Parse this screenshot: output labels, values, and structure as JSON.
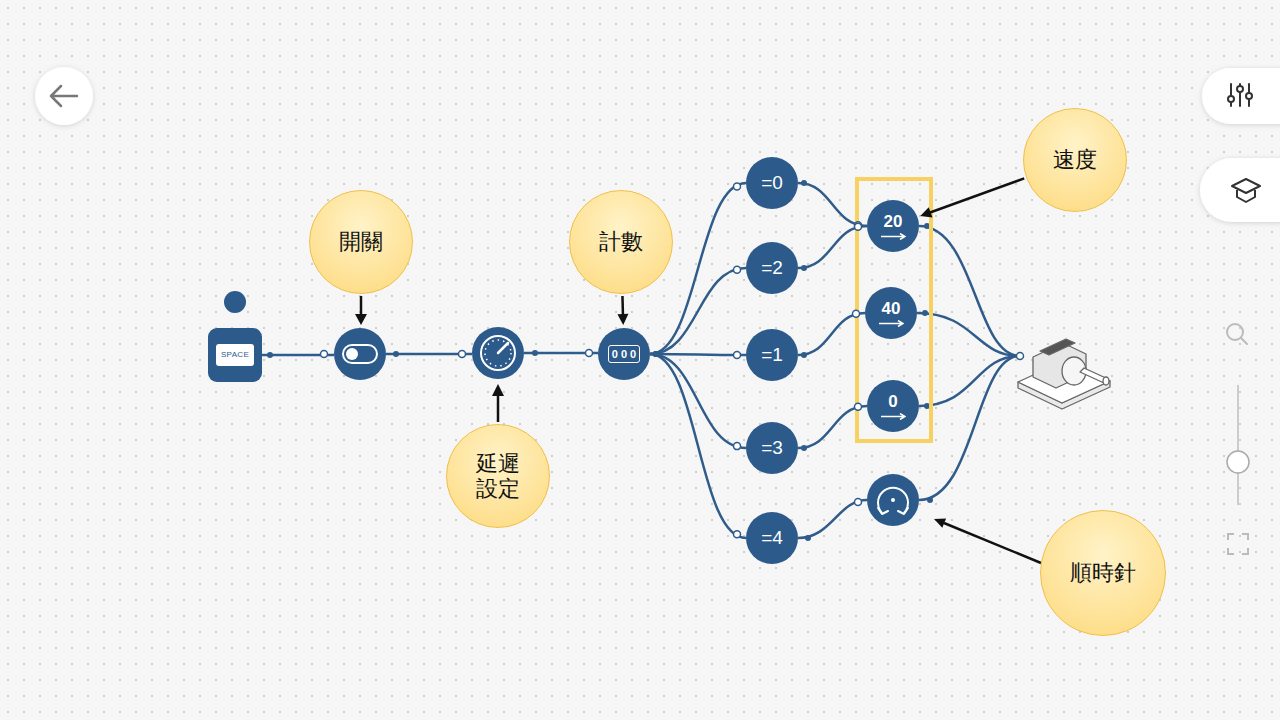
{
  "diagram": {
    "nodes": [
      {
        "text": [
          "SPACE"
        ]
      },
      {
        "text": [
          "開關"
        ]
      },
      {
        "text": [
          "延遲 設定"
        ]
      },
      {
        "text": [
          "計數"
        ]
      },
      {
        "text": [
          "000"
        ]
      },
      {
        "text": [
          "=0"
        ]
      },
      {
        "text": [
          "=2"
        ]
      },
      {
        "text": [
          "=1"
        ]
      },
      {
        "text": [
          "=3"
        ]
      },
      {
        "text": [
          "=4"
        ]
      },
      {
        "text": [
          "速度"
        ]
      },
      {
        "text": [
          "20"
        ]
      },
      {
        "text": [
          "40"
        ]
      },
      {
        "text": [
          "0"
        ]
      },
      {
        "text": [
          "順時針"
        ]
      }
    ],
    "edges": [
      {
        "from": 4,
        "to": 5,
        "arrow": "none"
      },
      {
        "from": 4,
        "to": 6,
        "arrow": "none"
      },
      {
        "from": 4,
        "to": 7,
        "arrow": "none"
      },
      {
        "from": 4,
        "to": 8,
        "arrow": "none"
      },
      {
        "from": 4,
        "to": 9,
        "arrow": "none"
      },
      {
        "from": 5,
        "to": 11,
        "arrow": "none"
      },
      {
        "from": 6,
        "to": 11,
        "arrow": "none"
      },
      {
        "from": 7,
        "to": 12,
        "arrow": "none"
      },
      {
        "from": 8,
        "to": 13,
        "arrow": "none"
      },
      {
        "from": 3,
        "to": 4,
        "arrow": "to"
      },
      {
        "from": 10,
        "to": 11,
        "arrow": "to"
      }
    ]
  }
}
